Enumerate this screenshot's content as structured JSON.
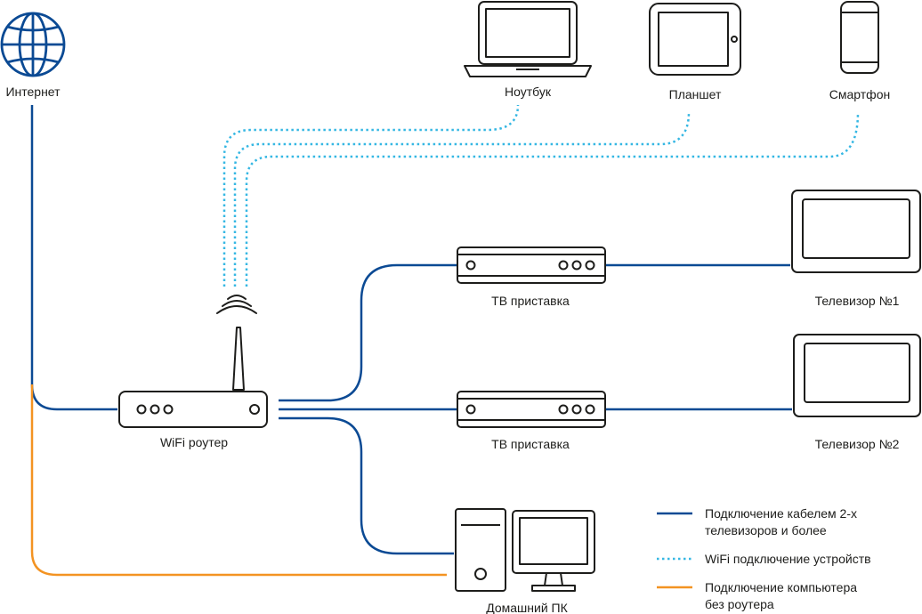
{
  "colors": {
    "cable": "#0b4a94",
    "wifi": "#35b7e3",
    "direct": "#f39322",
    "outline": "#1d1d1b"
  },
  "nodes": {
    "internet": "Интернет",
    "router": "WiFi роутер",
    "laptop": "Ноутбук",
    "tablet": "Планшет",
    "smartphone": "Смартфон",
    "tv_box_1": "ТВ приставка",
    "tv_box_2": "ТВ приставка",
    "tv_1": "Телевизор №1",
    "tv_2": "Телевизор №2",
    "pc": "Домашний ПК"
  },
  "icons": {
    "internet": "globe-icon",
    "router": "router-icon",
    "laptop": "laptop-icon",
    "tablet": "tablet-icon",
    "smartphone": "smartphone-icon",
    "tv_box": "set-top-box-icon",
    "tv": "tv-icon",
    "pc": "desktop-pc-icon",
    "wifi_signal": "wifi-signal-icon"
  },
  "legend": {
    "cable_line1": "Подключение кабелем 2-х",
    "cable_line2": "телевизоров и более",
    "wifi_line1": "WiFi подключение устройств",
    "direct_line1": "Подключение компьютера",
    "direct_line2": "без роутера"
  }
}
